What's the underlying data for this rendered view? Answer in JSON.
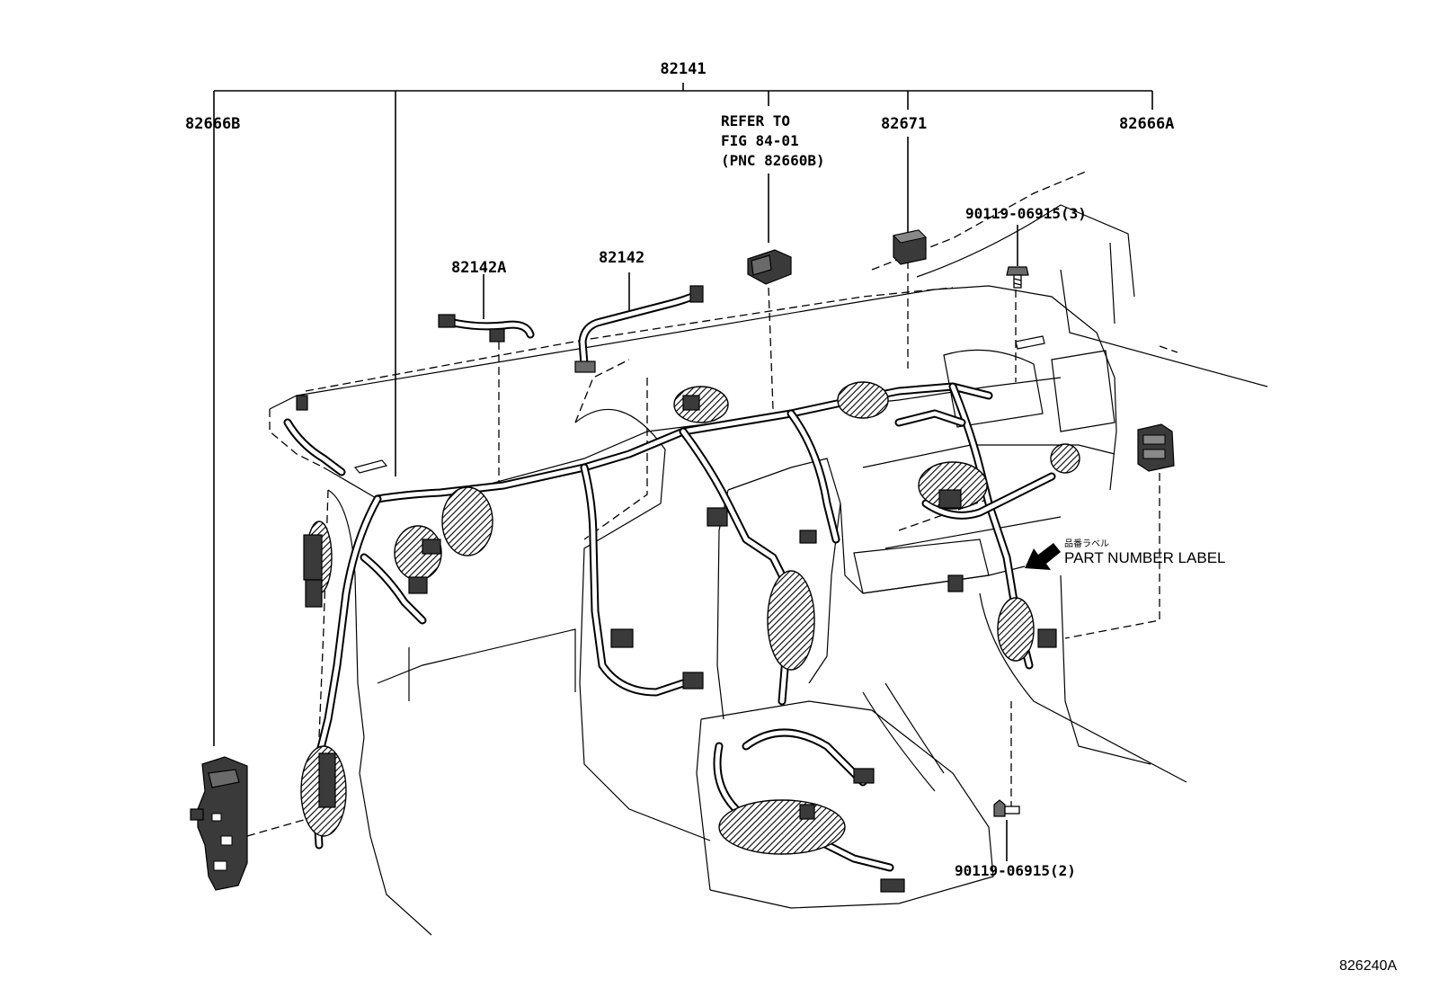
{
  "labels": {
    "main_harness": "82141",
    "junction_left": "82666B",
    "junction_right": "82666A",
    "relay": "82671",
    "refer_line1": "REFER TO",
    "refer_line2": "FIG 84-01",
    "refer_line3": "(PNC 82660B)",
    "sub_harness_a": "82142A",
    "sub_harness": "82142",
    "bolt_upper": "90119-06915(3)",
    "bolt_lower": "90119-06915(2)",
    "label_note_jp": "品番ラベル",
    "label_note": "PART NUMBER LABEL",
    "figure_code": "826240A"
  },
  "icons": {
    "arrow": "black-arrow-icon",
    "bolt": "bolt-icon",
    "relay": "relay-icon",
    "connector": "connector-icon"
  }
}
